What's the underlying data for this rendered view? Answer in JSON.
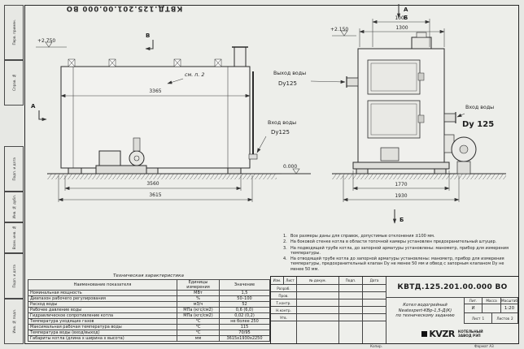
{
  "sheet": {
    "doc_number_top": "КВТД.125.201.00.000 ВО",
    "format_label": "Формат А3",
    "copy_label": "Копир."
  },
  "frame_left": {
    "labels": [
      "Перв. примен.",
      "Справ. №",
      "Подп. и дата",
      "Инв. № дубл.",
      "Взам. инв. №",
      "Подп. и дата",
      "Инв. № подл."
    ]
  },
  "drawing": {
    "left_view": {
      "elev_top": "+2.750",
      "section_b": "В",
      "see_note": "см. п. 2",
      "dim_body": "3365",
      "section_a": "А",
      "inlet_1": "Вход воды",
      "inlet_2": "Dy125",
      "elev_zero": "0.000",
      "dim_mid": "3560",
      "dim_total": "3615"
    },
    "right_view": {
      "label_a": "А",
      "label_b": "Б",
      "label_b2": "Б",
      "dim_top1": "1000",
      "dim_top2": "1300",
      "elev": "+2.150",
      "outlet_1": "Выход воды",
      "outlet_2": "Dy125",
      "inlet_1": "Вход воды",
      "inlet_2": "Dy 125",
      "dim_bot1": "1770",
      "dim_bot2": "1930"
    }
  },
  "notes": {
    "items": [
      {
        "n": "1.",
        "text": "Все размеры даны для справок, допустимые отклонения ±100 мм."
      },
      {
        "n": "2.",
        "text": "На боковой стенке котла в области топочной камеры установлен предохранительный штуцер."
      },
      {
        "n": "3.",
        "text": "На подводящей трубе котла, до запорной арматуры установлены: манометр, прибор для измерения температуры."
      },
      {
        "n": "4.",
        "text": "На отводящей трубе котла до запорной арматуры установлены: манометр, прибор для измерения температуры, предохранительный клапан Dу не менее 50 мм и обвод с запорным клапаном Dу не менее 50 мм."
      }
    ]
  },
  "spec_table": {
    "title": "Техническая характеристика",
    "col1": "Наименование показателя",
    "col2": "Единицы измерения",
    "col3": "Значение",
    "rows": [
      [
        "Номинальная мощность",
        "МВт",
        "1,5"
      ],
      [
        "Диапазон рабочего регулирования",
        "%",
        "50–100"
      ],
      [
        "Расход воды",
        "м3/ч",
        "52"
      ],
      [
        "Рабочее давление воды",
        "МПа (кгс/см2)",
        "0,6 (6,0)"
      ],
      [
        "Гидравлическое сопротивление котла",
        "МПа (кгс/см2)",
        "0,02 (0,2)"
      ],
      [
        "Температура уходящих газов",
        "°С",
        "не более 250"
      ],
      [
        "Максимальная рабочая температура воды",
        "°С",
        "115"
      ],
      [
        "Температура воды (вход/выход)",
        "°С",
        "70/95"
      ],
      [
        "Габариты котла (длина х ширина х высота)",
        "мм",
        "3615х1930х2250"
      ]
    ]
  },
  "title_block": {
    "doc_number": "КВТД.125.201.00.000 ВО",
    "product_1": "Котел водогрейный",
    "product_2": "Neatexpert-КВр-1,5-Д(К)",
    "product_3": "по техническому заданию",
    "h_izm": "Изм.",
    "h_list": "Лист",
    "h_doc": "№ докум.",
    "h_sign": "Подп.",
    "h_date": "Дата",
    "r1": "Разраб.",
    "r2": "Пров.",
    "r3": "Т.контр.",
    "r4": "Н.контр.",
    "r5": "Утв.",
    "lit": "Лит.",
    "mass": "Масса",
    "scale": "Масштаб",
    "lit_v": "И",
    "scale_v": "1:20",
    "sheet_lbl": "Лист",
    "sheet_v": "1",
    "sheets_lbl": "Листов",
    "sheets_v": "2",
    "logo": "KVZR",
    "company_1": "КОТЕЛЬНЫЙ",
    "company_2": "ЗАВОД РЭП"
  }
}
